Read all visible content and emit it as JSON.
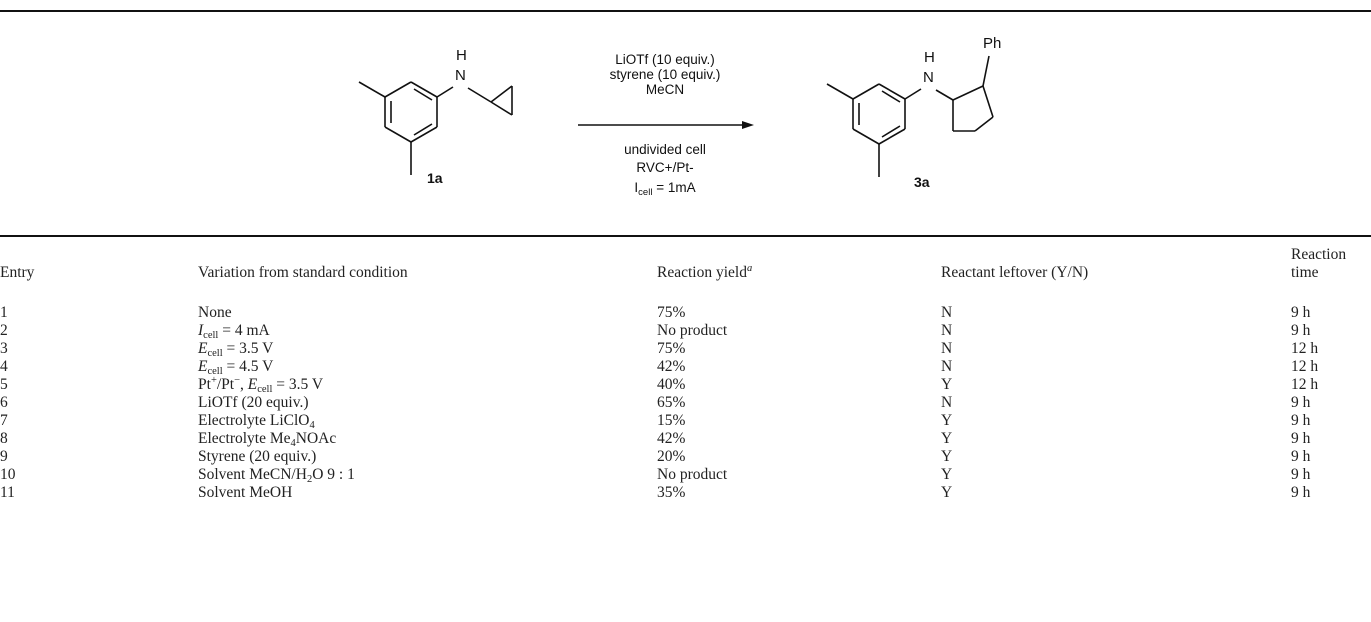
{
  "scheme": {
    "reactant_label": "1a",
    "product_label": "3a",
    "reactant_nh": "H",
    "reactant_n": "N",
    "product_nh": "H",
    "product_n": "N",
    "product_ph": "Ph",
    "conditions_above": [
      "LiOTf (10 equiv.)",
      "styrene (10 equiv.)",
      "MeCN"
    ],
    "conditions_below": [
      "undivided cell",
      "RVC+/Pt-"
    ],
    "current_base": "I",
    "current_sub": "cell",
    "current_value": " = 1mA"
  },
  "table": {
    "headers": {
      "entry": "Entry",
      "variation": "Variation from standard condition",
      "yield": "Reaction yield",
      "yield_sup": "a",
      "leftover": "Reactant leftover (Y/N)",
      "time_line1": "Reaction",
      "time_line2": "time"
    },
    "rows": [
      {
        "entry": "1",
        "variation": "None",
        "yield": "75%",
        "leftover": "N",
        "time": "9 h"
      },
      {
        "entry": "2",
        "var_sym": "I",
        "var_sub": "cell",
        "var_rest": " = 4 mA",
        "yield": "No product",
        "leftover": "N",
        "time": "9 h"
      },
      {
        "entry": "3",
        "var_sym": "E",
        "var_sub": "cell",
        "var_rest": " = 3.5 V",
        "yield": "75%",
        "leftover": "N",
        "time": "12 h"
      },
      {
        "entry": "4",
        "var_sym": "E",
        "var_sub": "cell",
        "var_rest": " = 4.5 V",
        "yield": "42%",
        "leftover": "N",
        "time": "12 h"
      },
      {
        "entry": "5",
        "var_a": "Pt",
        "var_a_sup": "+",
        "var_b": "/Pt",
        "var_b_sup": "−",
        "var_c": ", ",
        "var_sym": "E",
        "var_sub": "cell",
        "var_rest": " = 3.5 V",
        "yield": "40%",
        "leftover": "Y",
        "time": "12 h"
      },
      {
        "entry": "6",
        "variation": "LiOTf (20 equiv.)",
        "yield": "65%",
        "leftover": "N",
        "time": "9 h"
      },
      {
        "entry": "7",
        "var_pre": "Electrolyte LiClO",
        "var_sub": "4",
        "yield": "15%",
        "leftover": "Y",
        "time": "9 h"
      },
      {
        "entry": "8",
        "var_pre": "Electrolyte Me",
        "var_sub": "4",
        "var_rest": "NOAc",
        "yield": "42%",
        "leftover": "Y",
        "time": "9 h"
      },
      {
        "entry": "9",
        "variation": "Styrene (20 equiv.)",
        "yield": "20%",
        "leftover": "Y",
        "time": "9 h"
      },
      {
        "entry": "10",
        "var_pre": "Solvent MeCN/H",
        "var_sub": "2",
        "var_rest": "O 9 : 1",
        "yield": "No product",
        "leftover": "Y",
        "time": "9 h"
      },
      {
        "entry": "11",
        "variation": "Solvent MeOH",
        "yield": "35%",
        "leftover": "Y",
        "time": "9 h"
      }
    ]
  }
}
